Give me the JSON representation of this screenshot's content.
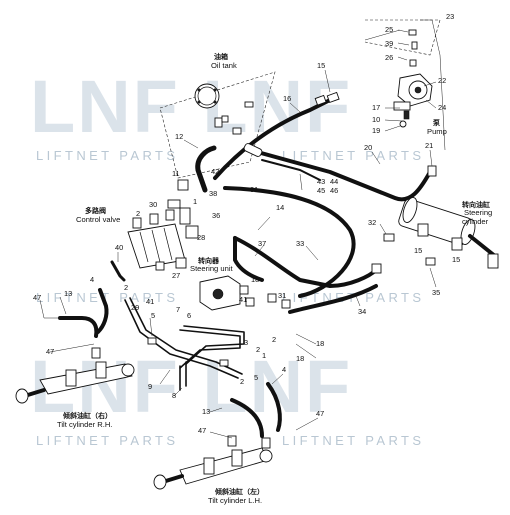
{
  "watermark": {
    "logo_text": "LNF LNF",
    "bands": [
      "LIFTNET PARTS",
      "LIFTNET PARTS",
      "LIFTNET PARTS",
      "LIFTNET PARTS",
      "LIFTNET PARTS",
      "LIFTNET PARTS"
    ]
  },
  "labels": {
    "oil_tank_cn": "油箱",
    "oil_tank_en": "Oil tank",
    "pump_cn": "泵",
    "pump_en": "Pump",
    "steering_cyl_cn": "转向油缸",
    "steering_cyl_en1": "Steering",
    "steering_cyl_en2": "cylinder",
    "control_valve_cn": "多路阀",
    "control_valve_en": "Control valve",
    "steering_unit_cn": "转向器",
    "steering_unit_en": "Steering unit",
    "tilt_rh_cn": "倾斜油缸（右）",
    "tilt_rh_en": "Tilt cylinder R.H.",
    "tilt_lh_cn": "倾斜油缸（左）",
    "tilt_lh_en": "Tilt cylinder L.H."
  },
  "callouts": {
    "n23": "23",
    "n25": "25",
    "n39": "39",
    "n26": "26",
    "n22": "22",
    "n24": "24",
    "n17": "17",
    "n10": "10",
    "n19": "19",
    "n15a": "15",
    "n16": "16",
    "n20": "20",
    "n21": "21",
    "n12": "12",
    "n42": "42",
    "n11": "11",
    "n38": "38",
    "n43": "43",
    "n44": "44",
    "n45": "45",
    "n46": "46",
    "n31a": "31",
    "n14": "14",
    "n30": "30",
    "n2a": "2",
    "n1": "1",
    "n36": "36",
    "n28": "28",
    "n32": "32",
    "n15b": "15",
    "n15c": "15",
    "n37": "37",
    "n33": "33",
    "n40": "40",
    "n27": "27",
    "n4a": "4",
    "n18a": "18",
    "n13a": "13",
    "n47a": "47",
    "n2b": "2",
    "n29": "29",
    "n41a": "41",
    "n41b": "41",
    "n31b": "31",
    "n5": "5",
    "n34": "34",
    "n35": "35",
    "n6": "6",
    "n7": "7",
    "n3": "3",
    "n2c": "2",
    "n1b": "1",
    "n2d": "2",
    "n18b": "18",
    "n18c": "18",
    "n47b": "47",
    "n9": "9",
    "n8": "8",
    "n2e": "2",
    "n4b": "4",
    "n13b": "13",
    "n47c": "47",
    "n47d": "47",
    "n5b": "5"
  }
}
